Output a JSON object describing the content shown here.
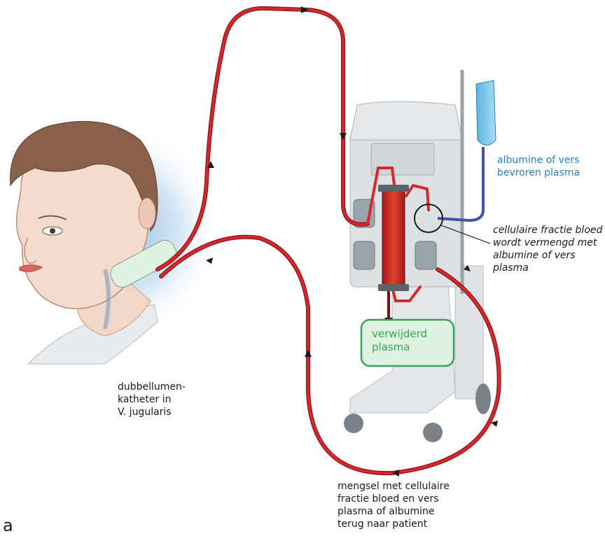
{
  "labels": {
    "albumine": "albumine of vers\nbevroren plasma",
    "cellular": "cellulaire fractie bloed\nwordt vermengd met\nalbumine of vers plasma",
    "removed": "verwijderd\nplasma",
    "catheter": "dubbellumen-\nkatheter in\nV. jugularis",
    "mixture": "mengsel met cellulaire\nfractie bloed en vers\nplasma of albumine\nterug naar patient",
    "figure": "a"
  },
  "colors": {
    "tube": "#d8282d",
    "tube_edge": "#8b1414",
    "plasma_green": "#3aa35a",
    "plasma_fill": "#dff3e2",
    "albumin_blue": "#2a7fc1",
    "machine": "#dde1e4"
  }
}
